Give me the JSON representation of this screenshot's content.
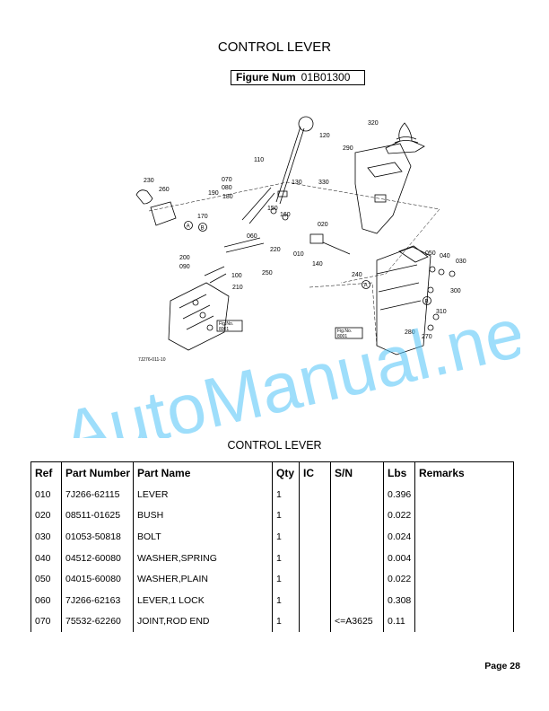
{
  "page": {
    "title": "CONTROL LEVER",
    "figure_label": "Figure Num",
    "figure_number": "01B01300",
    "table_title": "CONTROL LEVER",
    "page_label": "Page 28",
    "watermark": "AutoManual.net"
  },
  "diagram": {
    "callouts": [
      "010",
      "020",
      "030",
      "040",
      "050",
      "060",
      "070",
      "080",
      "090",
      "100",
      "110",
      "120",
      "130",
      "140",
      "150",
      "160",
      "170",
      "180",
      "190",
      "200",
      "210",
      "220",
      "230",
      "240",
      "250",
      "260",
      "270",
      "280",
      "290",
      "300",
      "310",
      "320",
      "330"
    ],
    "ref_marks": [
      "A",
      "B"
    ],
    "fig_ref_1": [
      "Fig.No.",
      "8001"
    ],
    "fig_ref_2": [
      "Fig.No.",
      "8001"
    ],
    "drawing_code": "7J276-011-10"
  },
  "table": {
    "headers": [
      "Ref",
      "Part Number",
      "Part Name",
      "Qty",
      "IC",
      "S/N",
      "Lbs",
      "Remarks"
    ],
    "rows": [
      [
        "010",
        "7J266-62115",
        "LEVER",
        "1",
        "",
        "",
        "0.396",
        ""
      ],
      [
        "020",
        "08511-01625",
        "BUSH",
        "1",
        "",
        "",
        "0.022",
        ""
      ],
      [
        "030",
        "01053-50818",
        "BOLT",
        "1",
        "",
        "",
        "0.024",
        ""
      ],
      [
        "040",
        "04512-60080",
        "WASHER,SPRING",
        "1",
        "",
        "",
        "0.004",
        ""
      ],
      [
        "050",
        "04015-60080",
        "WASHER,PLAIN",
        "1",
        "",
        "",
        "0.022",
        ""
      ],
      [
        "060",
        "7J266-62163",
        "LEVER,1 LOCK",
        "1",
        "",
        "",
        "0.308",
        ""
      ],
      [
        "070",
        "75532-62260",
        "JOINT,ROD END",
        "1",
        "",
        "<=A3625",
        "0.11",
        ""
      ]
    ]
  }
}
